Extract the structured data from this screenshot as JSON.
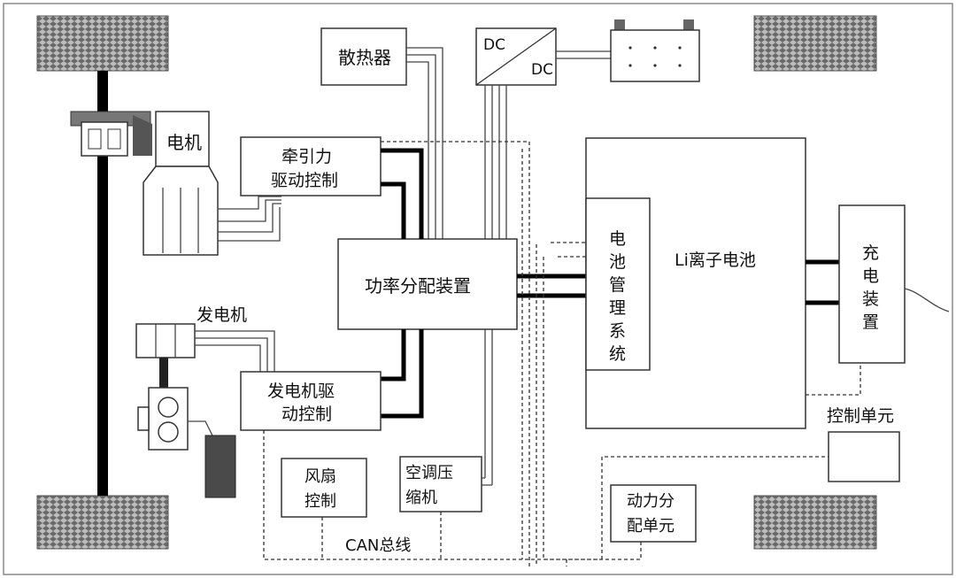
{
  "diagram": {
    "labels": {
      "radiator": "散热器",
      "dc_top": "DC",
      "dc_bottom": "DC",
      "motor": "电机",
      "traction_ctrl_line1": "牵引力",
      "traction_ctrl_line2": "驱动控制",
      "power_dist": "功率分配装置",
      "generator": "发电机",
      "gen_ctrl_line1": "发电机驱",
      "gen_ctrl_line2": "动控制",
      "fan_ctrl_line1": "风扇",
      "fan_ctrl_line2": "控制",
      "ac_line1": "空调压",
      "ac_line2": "缩机",
      "can_bus": "CAN总线",
      "bms": [
        "电",
        "池",
        "管",
        "理",
        "系",
        "统"
      ],
      "battery": "Li离子电池",
      "charger": [
        "充",
        "电",
        "装",
        "置"
      ],
      "ctrl_unit": "控制单元",
      "power_unit_line1": "动力分",
      "power_unit_line2": "配单元"
    },
    "colors": {
      "line": "#333333",
      "bus": "#000000",
      "tire": "#8a8a8a",
      "battery_cell": "#5a5a5a"
    }
  }
}
